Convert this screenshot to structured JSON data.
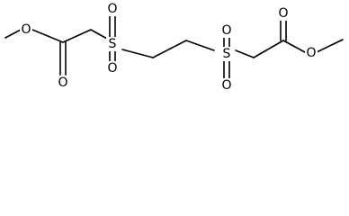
{
  "molecule": {
    "atoms": {
      "O_ether_left": "O",
      "O_carbonyl_left": "O",
      "S_left": "S",
      "O_s1_top": "O",
      "O_s1_bottom": "O",
      "S_right": "S",
      "O_s2_top": "O",
      "O_s2_bottom": "O",
      "O_carbonyl_right": "O",
      "O_ether_right": "O"
    }
  }
}
